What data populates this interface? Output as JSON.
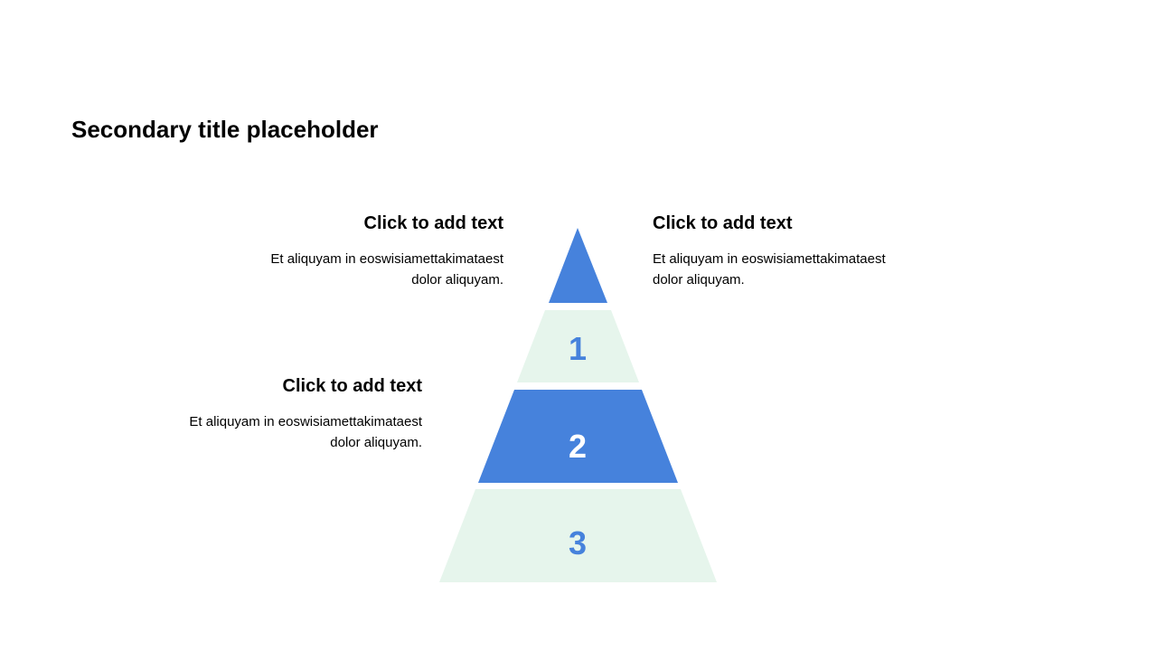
{
  "title": "Secondary title placeholder",
  "colors": {
    "blue": "#4682DC",
    "green": "#E6F5EC",
    "white": "#FFFFFF"
  },
  "blocks": [
    {
      "heading": "Click to add text",
      "body_line1": "Et aliquyam in eoswisiamettakimataest",
      "body_line2": "dolor aliquyam."
    },
    {
      "heading": "Click to add text",
      "body_line1": "Et aliquyam in eoswisiamettakimataest",
      "body_line2": "dolor aliquyam."
    },
    {
      "heading": "Click to add text",
      "body_line1": "Et aliquyam in eoswisiamettakimataest",
      "body_line2": "dolor aliquyam."
    }
  ],
  "pyramid": {
    "levels": [
      "1",
      "2",
      "3"
    ]
  }
}
